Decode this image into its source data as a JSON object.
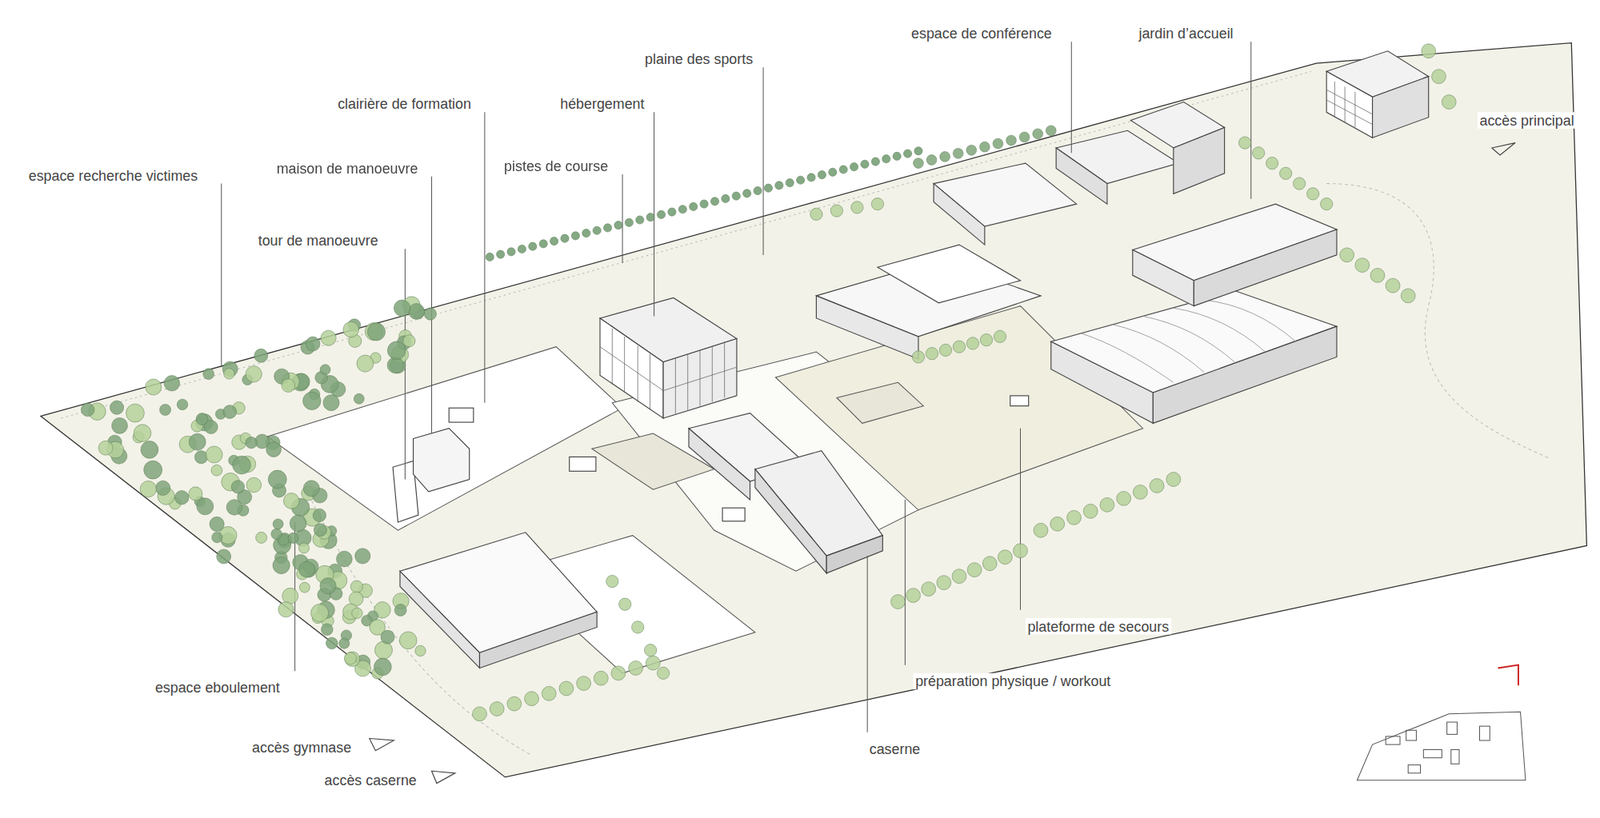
{
  "diagram": {
    "labels": [
      "espace de conférence",
      "jardin d’accueil",
      "plaine des sports",
      "accès principal",
      "clairière de formation",
      "hébergement",
      "espace recherche victimes",
      "maison de manoeuvre",
      "pistes de course",
      "tour de manoeuvre",
      "espace eboulement",
      "accès gymnase",
      "accès caserne",
      "caserne",
      "préparation physique / workout",
      "plateforme de secours"
    ]
  }
}
